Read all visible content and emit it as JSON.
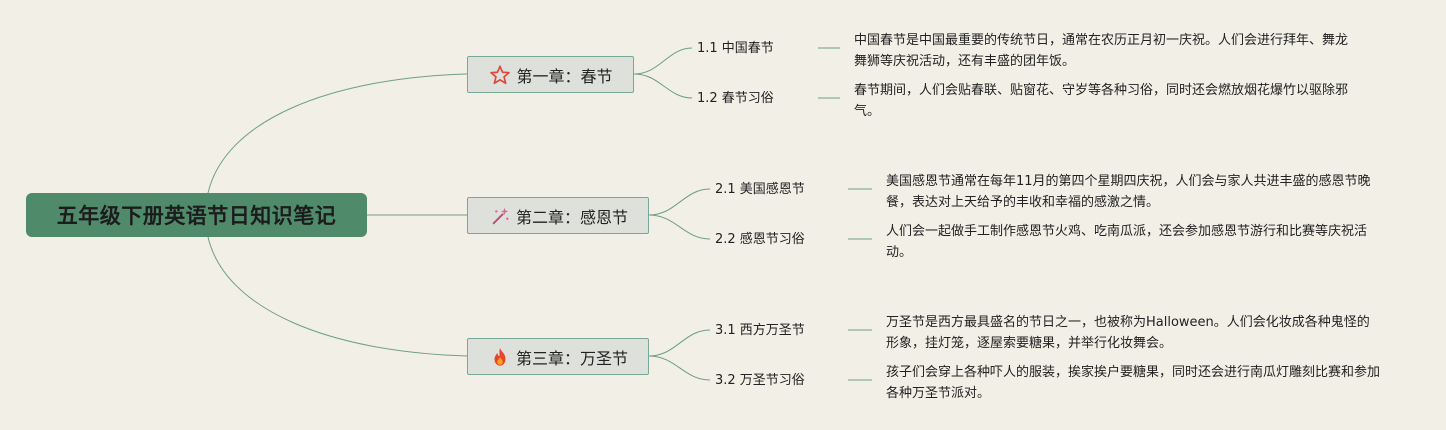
{
  "root": {
    "title": "五年级下册英语节日知识笔记"
  },
  "chapters": [
    {
      "title": "第一章：春节",
      "icon": "star-icon",
      "subs": [
        {
          "label": "1.1 中国春节",
          "desc": "中国春节是中国最重要的传统节日，通常在农历正月初一庆祝。人们会进行拜年、舞龙舞狮等庆祝活动，还有丰盛的团年饭。"
        },
        {
          "label": "1.2 春节习俗",
          "desc": "春节期间，人们会贴春联、贴窗花、守岁等各种习俗，同时还会燃放烟花爆竹以驱除邪气。"
        }
      ]
    },
    {
      "title": "第二章：感恩节",
      "icon": "sparkle-wand-icon",
      "subs": [
        {
          "label": "2.1 美国感恩节",
          "desc": "美国感恩节通常在每年11月的第四个星期四庆祝，人们会与家人共进丰盛的感恩节晚餐，表达对上天给予的丰收和幸福的感激之情。"
        },
        {
          "label": "2.2 感恩节习俗",
          "desc": "人们会一起做手工制作感恩节火鸡、吃南瓜派，还会参加感恩节游行和比赛等庆祝活动。"
        }
      ]
    },
    {
      "title": "第三章：万圣节",
      "icon": "fire-icon",
      "subs": [
        {
          "label": "3.1 西方万圣节",
          "desc": "万圣节是西方最具盛名的节日之一，也被称为Halloween。人们会化妆成各种鬼怪的形象，挂灯笼，逐屋索要糖果，并举行化妆舞会。"
        },
        {
          "label": "3.2 万圣节习俗",
          "desc": "孩子们会穿上各种吓人的服装，挨家挨户要糖果，同时还会进行南瓜灯雕刻比赛和参加各种万圣节派对。"
        }
      ]
    }
  ]
}
